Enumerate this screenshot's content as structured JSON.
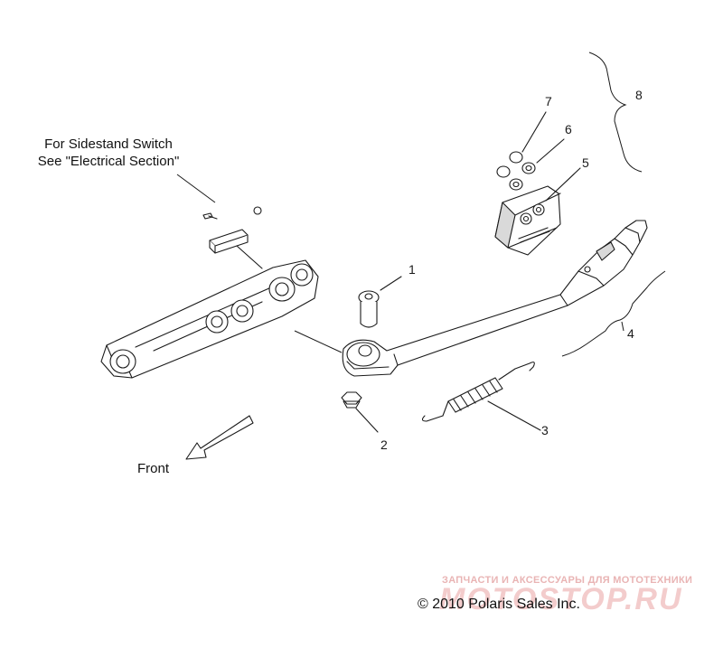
{
  "note": {
    "line1": "For Sidestand Switch",
    "line2": "See \"Electrical Section\""
  },
  "callouts": [
    "1",
    "2",
    "3",
    "4",
    "5",
    "6",
    "7",
    "8"
  ],
  "front_label": "Front",
  "copyright": "© 2010 Polaris Sales Inc.",
  "watermark": {
    "tagline": "ЗАПЧАСТИ И АКСЕССУАРЫ ДЛЯ МОТОТЕХНИКИ",
    "brand": "MOTOSTOP.RU"
  },
  "colors": {
    "line": "#1a1a1a",
    "watermark": "#e9b4b4"
  }
}
